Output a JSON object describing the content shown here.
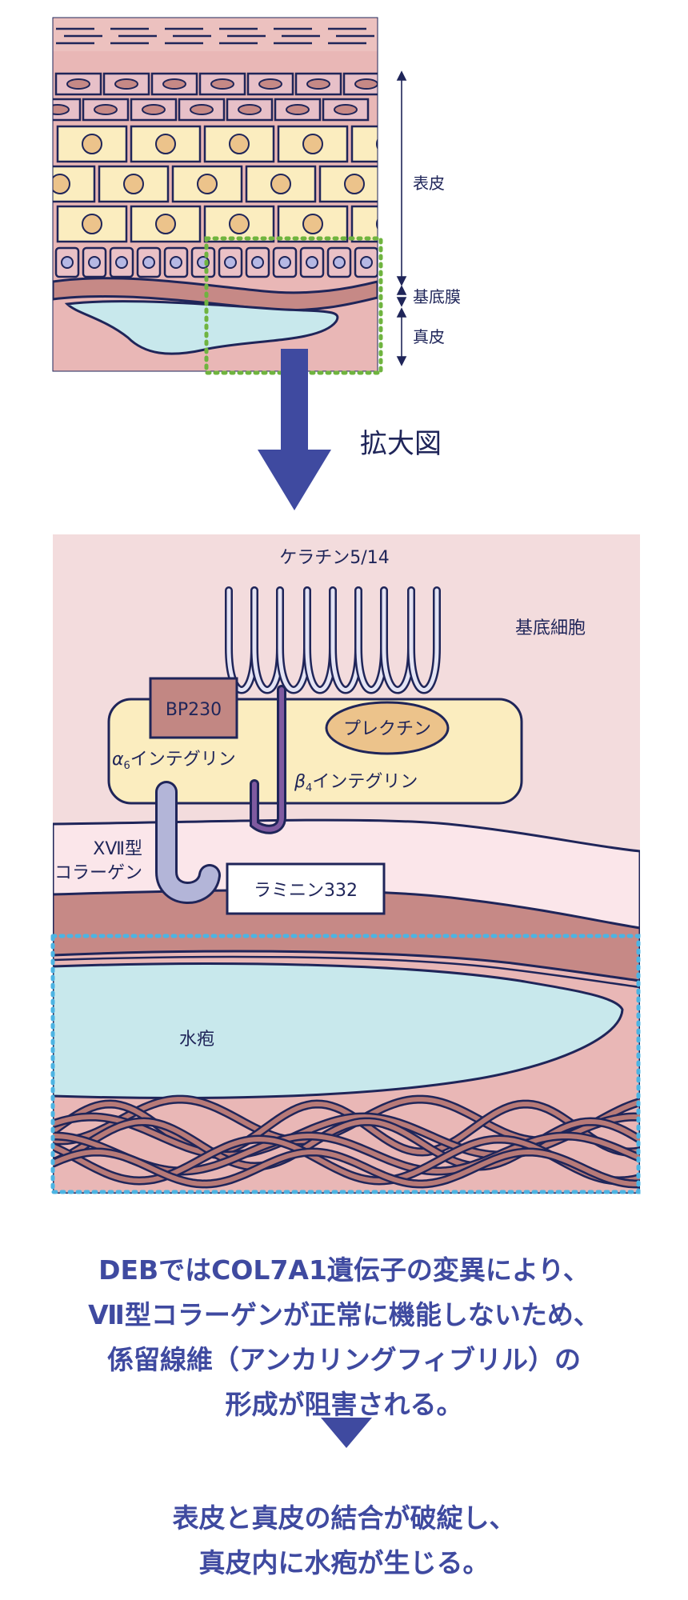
{
  "overview": {
    "labels": {
      "epidermis": "表皮",
      "basement_membrane": "基底膜",
      "dermis": "真皮"
    }
  },
  "zoom_label": "拡大図",
  "detail": {
    "keratin": "ケラチン5/14",
    "basal_cell": "基底細胞",
    "bp230": "BP230",
    "plectin": "プレクチン",
    "alpha6_integrin": {
      "symbol": "α",
      "sub": "6",
      "rest": "インテグリン"
    },
    "beta4_integrin": {
      "symbol": "β",
      "sub": "4",
      "rest": "インテグリン"
    },
    "collagen7_line1": "ⅩⅦ型",
    "collagen7_line2": "コラーゲン",
    "laminin": "ラミニン332",
    "blister": "水疱"
  },
  "caption": {
    "line1": "DEBではCOL7A1遺伝子の変異により、",
    "line2": "Ⅶ型コラーゲンが正常に機能しないため、",
    "line3": "係留線維（アンカリングフィブリル）の",
    "line4": "形成が阻害される。"
  },
  "result": {
    "line1": "表皮と真皮の結合が破綻し、",
    "line2": "真皮内に水疱が生じる。"
  },
  "colors": {
    "navy": "#1f2559",
    "arrow": "#3f4aa0",
    "skin_pink": "#e9b7b6",
    "cell_yellow": "#fbedbf",
    "nucleus": "#ecc38b",
    "basal_cell_pink": "#eac1c6",
    "basal_nucleus": "#b6b8e4",
    "membrane": "#c68986",
    "blister": "#c8e8ec",
    "green_dots": "#6fb43f",
    "blue_dots": "#4cb4e3"
  }
}
